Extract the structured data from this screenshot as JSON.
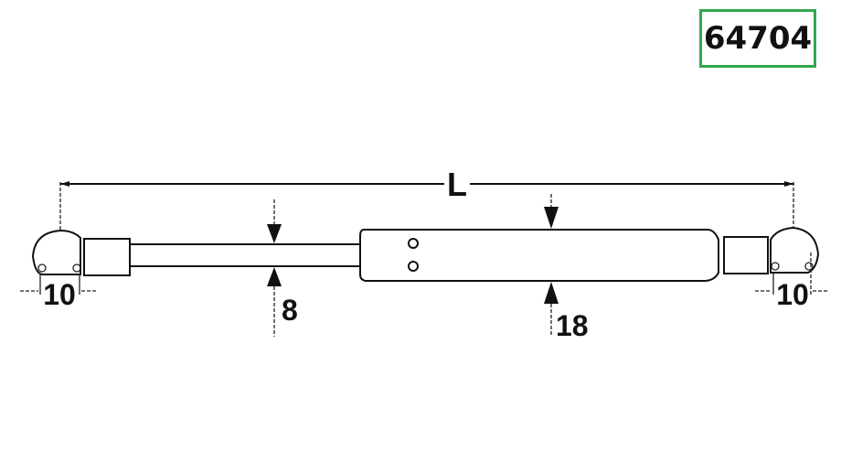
{
  "part_number": "64704",
  "dimensions": {
    "length_label": "L",
    "rod_diameter": "8",
    "cylinder_diameter": "18",
    "left_end_fitting": "10",
    "right_end_fitting": "10"
  },
  "colors": {
    "box_border": "#2fa84f",
    "line": "#111111"
  }
}
